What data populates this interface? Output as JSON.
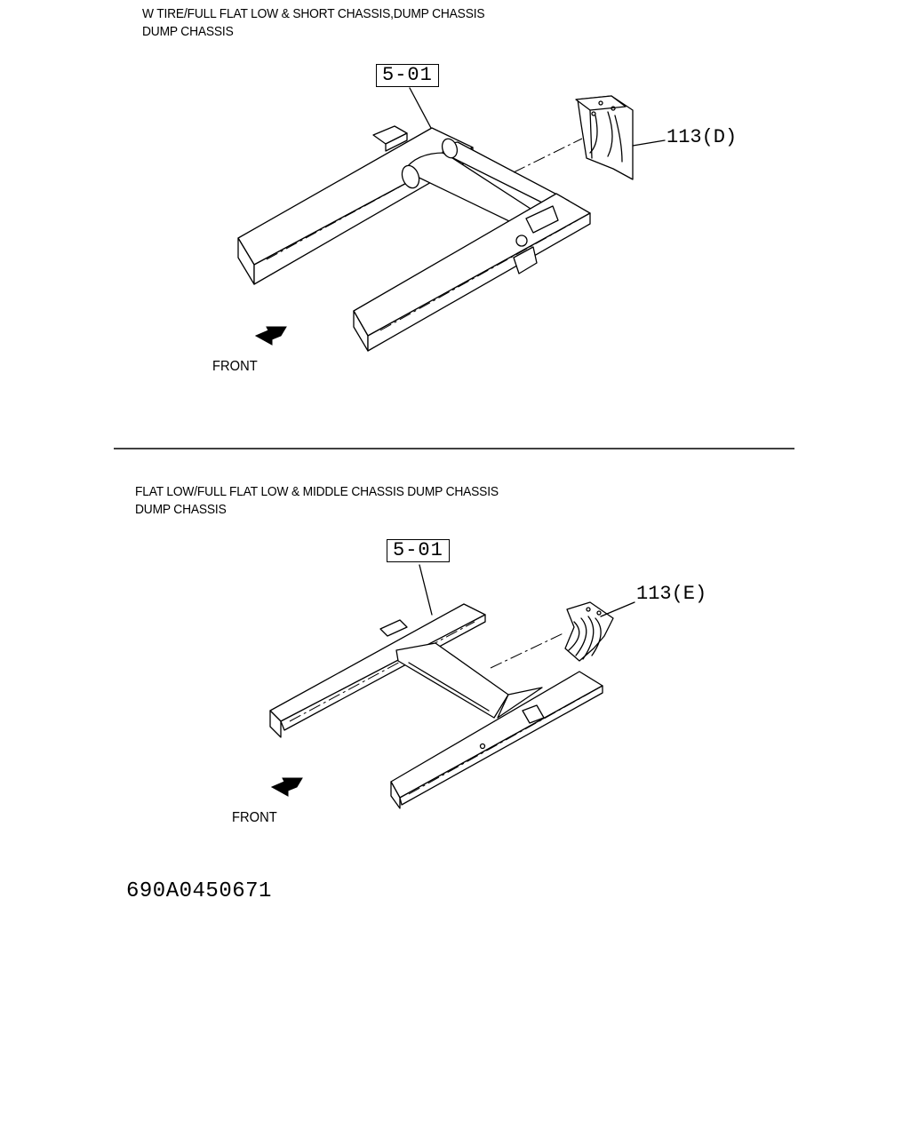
{
  "section_top": {
    "caption_line1": "W TIRE/FULL FLAT LOW & SHORT CHASSIS,DUMP CHASSIS",
    "caption_line2": "DUMP CHASSIS",
    "ref_label": "5-01",
    "part_label": "113(D)",
    "front_label": "FRONT"
  },
  "section_bottom": {
    "caption_line1": "FLAT LOW/FULL FLAT LOW & MIDDLE CHASSIS DUMP CHASSIS",
    "caption_line2": "DUMP CHASSIS",
    "ref_label": "5-01",
    "part_label": "113(E)",
    "front_label": "FRONT"
  },
  "document_number": "690A0450671"
}
